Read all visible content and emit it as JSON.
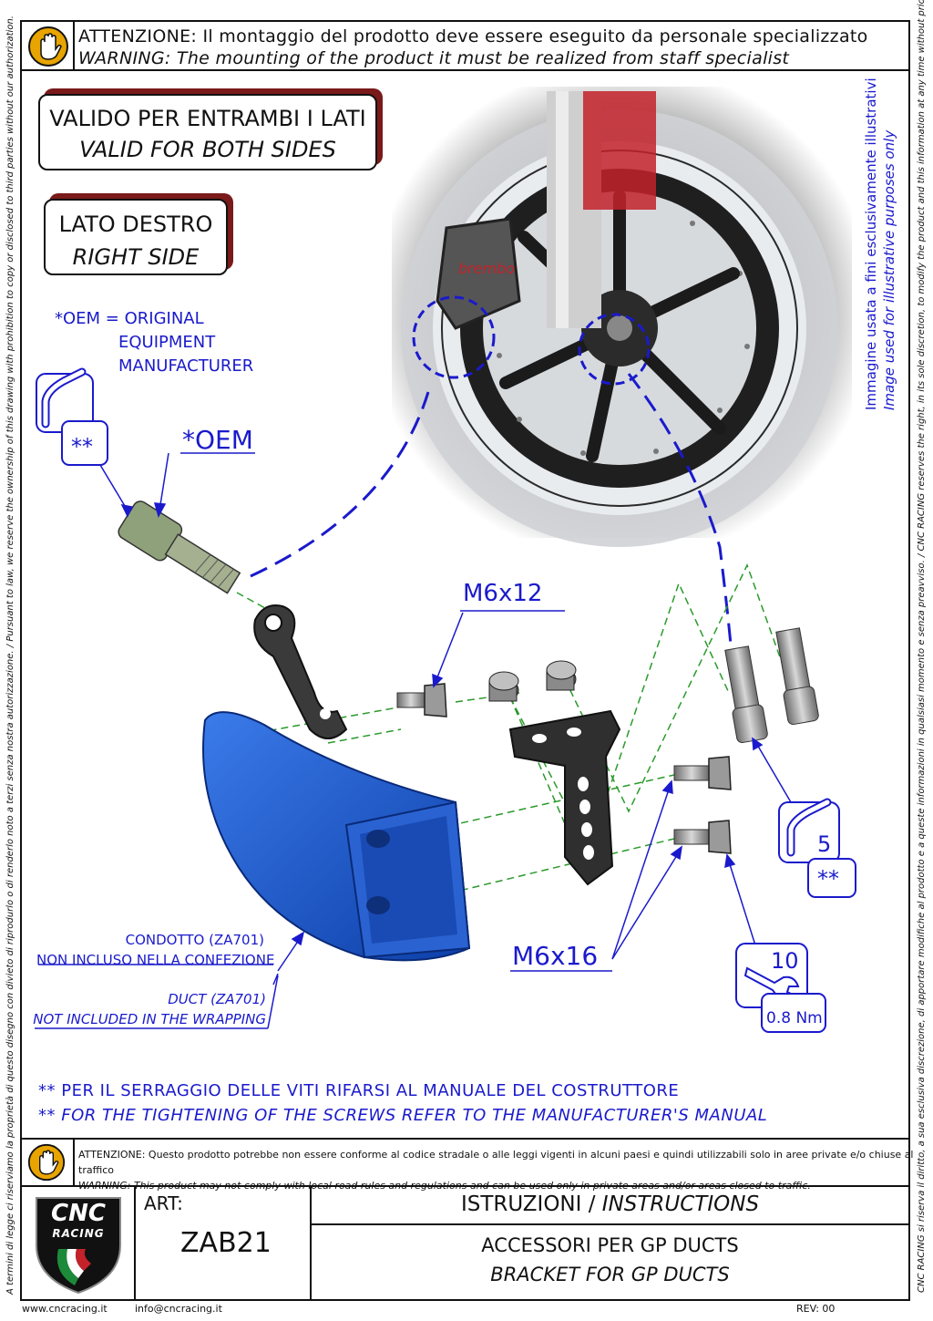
{
  "warning_top": {
    "it_line": "ATTENZIONE: Il montaggio del prodotto deve essere eseguito da personale specializzato",
    "en_line": "WARNING: The mounting of the product it must be realized from staff specialist"
  },
  "side_left": "A termini di legge ci riserviamo la proprietà di questo disegno con divieto di riprodurlo o di renderlo noto a terzi senza nostra autorizzazione. / Pursuant to law, we reserve the ownership of this drawing with prohibition to copy or disclosed to third parties without our authorization.",
  "side_right": "CNC RACING si riserva il diritto, a sua esclusiva discrezione, di apportare modifiche al prodotto e a queste informazioni in qualsiasi momento e senza preavviso. / CNC RACING reserves the right, in its sole discretion, to modify the product and this information at any time without prior notice.",
  "valid_box": {
    "it": "VALIDO PER ENTRAMBI I LATI",
    "en": "VALID FOR BOTH SIDES"
  },
  "side_box": {
    "it": "LATO DESTRO",
    "en": "RIGHT SIDE"
  },
  "oem_note": {
    "l1": "*OEM = ORIGINAL",
    "l2": "EQUIPMENT",
    "l3": "MANUFACTURER"
  },
  "image_note": {
    "it": "Immagine usata a fini esclusivamente illustrativi",
    "en": "Image used for illustrative purposes only"
  },
  "labels": {
    "oem": "*OEM",
    "m6x12": "M6x12",
    "m6x16": "M6x16",
    "double_star": "**",
    "hex_size_5": "5",
    "wrench_size_10": "10",
    "torque": "0.8 Nm"
  },
  "duct_label": {
    "it_l1": "CONDOTTO (ZA701)",
    "it_l2": "NON INCLUSO NELLA CONFEZIONE",
    "en_l1": "DUCT (ZA701)",
    "en_l2": "NOT INCLUDED IN THE WRAPPING"
  },
  "notes": {
    "it": "** PER IL SERRAGGIO DELLE VITI RIFARSI AL MANUALE DEL COSTRUTTORE",
    "en": "** FOR THE TIGHTENING OF THE SCREWS REFER TO THE MANUFACTURER'S MANUAL"
  },
  "warning_bottom": {
    "it": "ATTENZIONE: Questo prodotto potrebbe non essere conforme al codice stradale o alle leggi vigenti in alcuni paesi e quindi utilizzabili solo in aree private e/o chiuse al traffico",
    "en": "WARNING: This product may not comply with local road rules and regulations and can be used only in private areas and/or areas closed to traffic."
  },
  "logo": {
    "line1": "CNC",
    "line2": "RACING"
  },
  "title_block": {
    "art_label": "ART:",
    "art_code": "ZAB21",
    "title_it": "ISTRUZIONI /",
    "title_en": "INSTRUCTIONS",
    "sub_it": "ACCESSORI PER GP DUCTS",
    "sub_en": "BRACKET FOR GP DUCTS"
  },
  "footer": {
    "web": "www.cncracing.it",
    "email": "info@cncracing.it",
    "rev": "REV: 00"
  },
  "colors": {
    "blue": "#1a1acc",
    "green_dash": "#2a9a2a",
    "duct_blue": "#1f5fd0",
    "dark_red": "#7a1a1a"
  }
}
